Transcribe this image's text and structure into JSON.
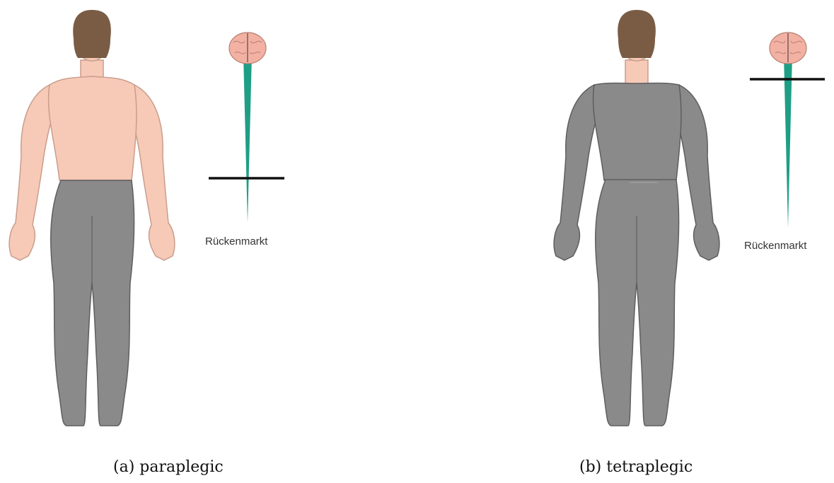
{
  "colors": {
    "skin": "#f7c9b7",
    "skin_stroke": "#c99d8c",
    "paralyzed": "#8a8a8a",
    "paralyzed_stroke": "#5e5e5e",
    "hair": "#7a5c45",
    "spinal_cord": "#1f9e86",
    "brain": "#f3b1a3",
    "lesion_line": "#111111"
  },
  "panels": [
    {
      "caption": "(a) paraplegic",
      "cord_label": "Rückenmarkt",
      "paralysis_region": "legs"
    },
    {
      "caption": "(b) tetraplegic",
      "cord_label": "Rückenmarkt",
      "paralysis_region": "neck-down"
    }
  ]
}
